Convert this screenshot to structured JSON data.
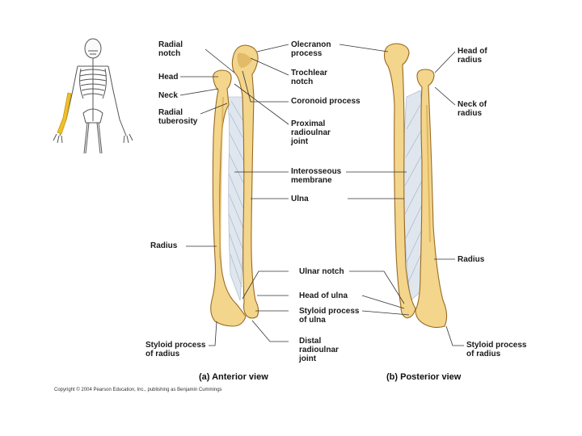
{
  "colors": {
    "bone_fill": "#f3d58c",
    "bone_shadow": "#d9a94e",
    "bone_outline": "#9a6a22",
    "membrane": "#dfe6ee",
    "membrane_fiber": "#9fb1c6",
    "leader": "#333333",
    "highlight": "#f0c02a"
  },
  "anterior_labels": {
    "radial_notch": "Radial\nnotch",
    "head": "Head",
    "neck": "Neck",
    "radial_tuberosity": "Radial\ntuberosity",
    "olecranon_process": "Olecranon\nprocess",
    "trochlear_notch": "Trochlear\nnotch",
    "coronoid_process": "Coronoid process",
    "proximal_radioulnar_joint": "Proximal\nradioulnar\njoint",
    "interosseous_membrane": "Interosseous\nmembrane",
    "ulna": "Ulna",
    "radius": "Radius",
    "ulnar_notch": "Ulnar notch",
    "head_of_ulna": "Head of ulna",
    "styloid_process_of_ulna": "Styloid process\nof ulna",
    "distal_radioulnar_joint": "Distal\nradioulnar\njoint",
    "styloid_process_of_radius": "Styloid process\nof radius"
  },
  "posterior_labels": {
    "head_of_radius": "Head of\nradius",
    "neck_of_radius": "Neck of\nradius",
    "radius": "Radius",
    "styloid_process_of_radius": "Styloid process\nof radius"
  },
  "captions": {
    "anterior": "(a) Anterior view",
    "posterior": "(b) Posterior view"
  },
  "copyright": "Copyright © 2004 Pearson Education, Inc., publishing as Benjamin Cummings"
}
